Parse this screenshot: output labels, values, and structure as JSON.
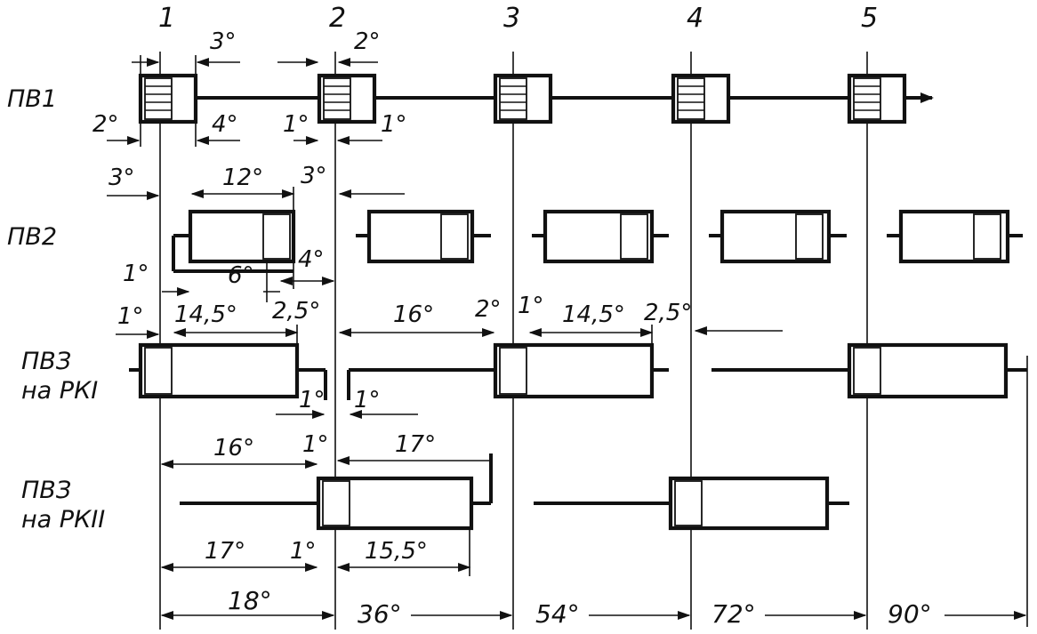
{
  "columns": [
    "1",
    "2",
    "3",
    "4",
    "5"
  ],
  "rows": {
    "pv1": "ПВ1",
    "pv2": "ПВ2",
    "pv3_rk1_a": "ПВЗ",
    "pv3_rk1_b": "на РКI",
    "pv3_rk2_a": "ПВЗ",
    "pv3_rk2_b": "на РКII"
  },
  "dims": {
    "pv1_3top": "3°",
    "pv1_2top": "2°",
    "pv1_2left": "2°",
    "pv1_4": "4°",
    "pv1_1a": "1°",
    "pv1_1b": "1°",
    "pv2_3left": "3°",
    "pv2_12": "12°",
    "pv2_3right": "3°",
    "pv2_1": "1°",
    "pv2_6": "6°",
    "pv2_4": "4°",
    "pv3_1": "1°",
    "pv3_145a": "14,5°",
    "pv3_25a": "2,5°",
    "pv3_16": "16°",
    "pv3_2": "2°",
    "pv3_1b": "1°",
    "pv3_145b": "14,5°",
    "pv3_25b": "2,5°",
    "pv3_1c": "1°",
    "pv3_1d": "1°",
    "pv3b_16": "16°",
    "pv3b_1": "1°",
    "pv3b_17": "17°",
    "pv3b_17b": "17°",
    "pv3b_1b": "1°",
    "pv3b_155": "15,5°"
  },
  "bottom": [
    "18°",
    "36°",
    "54°",
    "72°",
    "90°"
  ]
}
